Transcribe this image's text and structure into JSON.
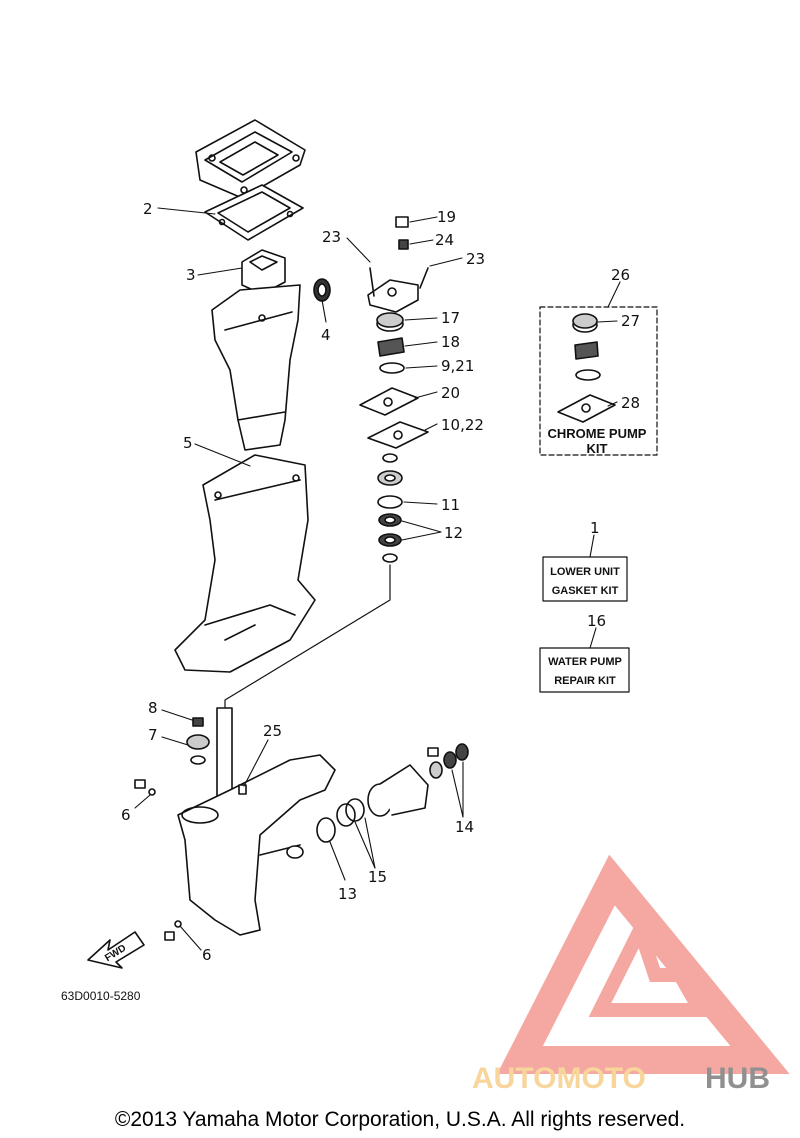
{
  "diagram_code": "63D0010-5280",
  "copyright": "©2013 Yamaha Motor Corporation, U.S.A. All rights reserved.",
  "fwd_label": "FWD",
  "kit_chrome": {
    "number": "26",
    "line1": "CHROME PUMP",
    "line2": "KIT"
  },
  "kit_lower": {
    "number": "1",
    "line1": "LOWER UNIT",
    "line2": "GASKET KIT"
  },
  "kit_water": {
    "number": "16",
    "line1": "WATER PUMP",
    "line2": "REPAIR KIT"
  },
  "watermark": {
    "part1": "AUTOMOTO",
    "part2": "HUB",
    "color1": "#f5c77a",
    "color2": "#6b6b6b",
    "triangle_color": "#f28b82"
  },
  "callouts": {
    "c2": "2",
    "c3": "3",
    "c4": "4",
    "c5": "5",
    "c6a": "6",
    "c6b": "6",
    "c7": "7",
    "c8": "8",
    "c9": "9,21",
    "c10": "10,22",
    "c11": "11",
    "c12": "12",
    "c13": "13",
    "c14": "14",
    "c15": "15",
    "c17": "17",
    "c18": "18",
    "c19": "19",
    "c20": "20",
    "c23a": "23",
    "c23b": "23",
    "c24": "24",
    "c25": "25",
    "c27": "27",
    "c28": "28"
  }
}
